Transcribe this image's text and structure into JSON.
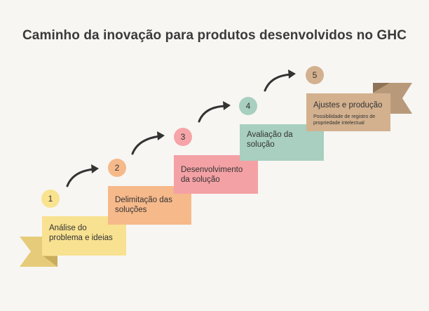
{
  "title": "Caminho da inovação para produtos desenvolvidos no GHC",
  "steps": [
    {
      "number": "1",
      "label": "Análise do problema e ideias",
      "color": "#f8e190",
      "circle": "#f9e38f"
    },
    {
      "number": "2",
      "label": "Delimitação das soluções",
      "color": "#f6b98a",
      "circle": "#f6b98a"
    },
    {
      "number": "3",
      "label": "Desenvolvimento da solução",
      "color": "#f4a1a5",
      "circle": "#f5a4a8"
    },
    {
      "number": "4",
      "label": "Avaliação da solução",
      "color": "#a8cfbf",
      "circle": "#a8cfbf"
    },
    {
      "number": "5",
      "label": "Ajustes e produção",
      "sub": "Possibilidade de registro de propriedade intelectual",
      "color": "#d3b18f",
      "circle": "#d3b18f"
    }
  ],
  "icons": {
    "arrow": "curved-arrow-icon",
    "ribbon": "ribbon-tail-icon"
  }
}
